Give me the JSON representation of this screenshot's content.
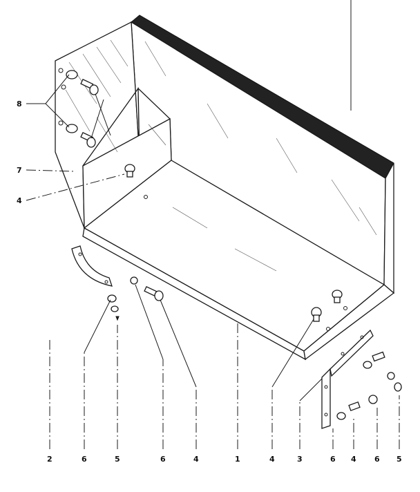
{
  "callouts": {
    "left_top": "8",
    "left_mid": "7",
    "left_screw": "4",
    "bottom": [
      "2",
      "6",
      "5",
      "6",
      "4",
      "1",
      "4",
      "3",
      "6",
      "4",
      "6",
      "5"
    ]
  },
  "colors": {
    "ink": "#1a1a1a",
    "paper": "#ffffff"
  }
}
